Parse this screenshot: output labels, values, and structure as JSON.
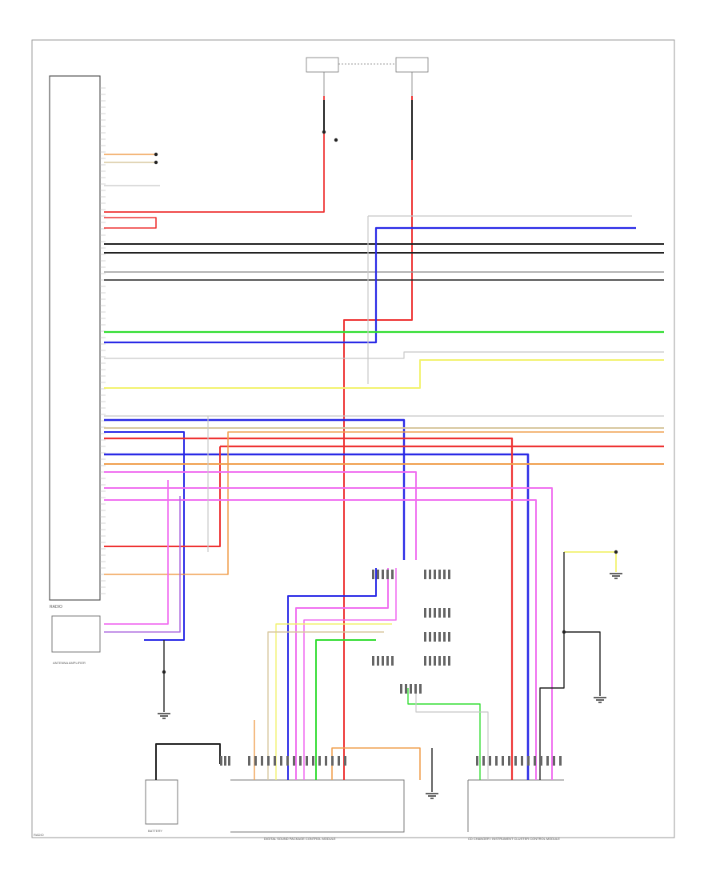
{
  "colors": {
    "red": "#ee3333",
    "blue": "#2a2ae6",
    "green": "#33dd33",
    "yellow": "#f2f270",
    "magenta": "#f070f0",
    "grey": "#9a9a9a",
    "black": "#222222",
    "orange": "#f0a050",
    "tan": "#d8c8a0",
    "violet": "#b070e0",
    "lightgrey": "#c8c8c8"
  },
  "components": {
    "left_module_label": "RADIO",
    "antenna_block_label": "ANTENNA AMPLIFIER",
    "battery_label": "BATTERY",
    "bottom_center_label": "DIGITAL SOUND PACKAGE CONTROL MODULE",
    "bottom_right_label": "CD CHANGER / INSTRUMENT CLUSTER CONTROL MODULE",
    "ground_label": "GROUND",
    "page_ref": "RADIO"
  }
}
